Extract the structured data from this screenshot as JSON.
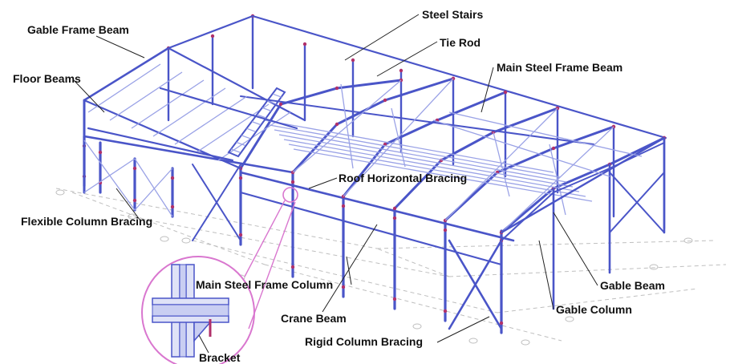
{
  "labels": {
    "gable_frame_beam": "Gable Frame Beam",
    "floor_beams": "Floor Beams",
    "flexible_column_bracing": "Flexible Column Bracing",
    "steel_stairs": "Steel Stairs",
    "tie_rod": "Tie Rod",
    "main_steel_frame_beam": "Main Steel Frame Beam",
    "roof_horizontal_bracing": "Roof Horizontal Bracing",
    "main_steel_frame_column": "Main Steel Frame Column",
    "crane_beam": "Crane Beam",
    "rigid_column_bracing": "Rigid Column Bracing",
    "bracket": "Bracket",
    "gable_beam": "Gable Beam",
    "gable_column": "Gable Column"
  },
  "colors": {
    "steel": "#4a55c8",
    "steel_light": "#9aa2e6",
    "node": "#b0306a",
    "detail_circle": "#d977cf",
    "leader": "#222222",
    "grid": "#bfbfbf"
  }
}
